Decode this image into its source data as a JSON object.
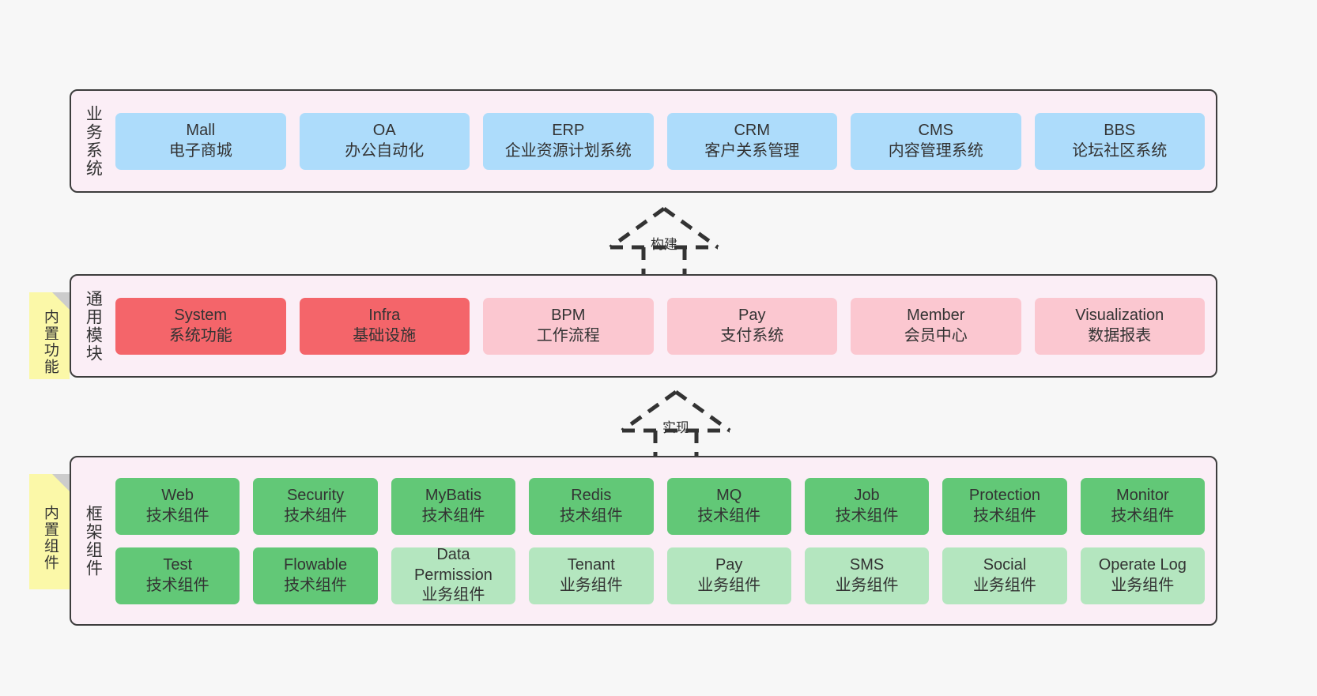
{
  "diagram": {
    "background_color": "#f7f7f7",
    "layers": [
      {
        "id": "business-systems",
        "title": "业务系统",
        "band_color": "#fbeef6",
        "rows": [
          {
            "cards": [
              {
                "name": "Mall",
                "sub": "电子商城",
                "color": "#addcfb",
                "style": "c-blue"
              },
              {
                "name": "OA",
                "sub": "办公自动化",
                "color": "#addcfb",
                "style": "c-blue"
              },
              {
                "name": "ERP",
                "sub": "企业资源计划系统",
                "color": "#addcfb",
                "style": "c-blue"
              },
              {
                "name": "CRM",
                "sub": "客户关系管理",
                "color": "#addcfb",
                "style": "c-blue"
              },
              {
                "name": "CMS",
                "sub": "内容管理系统",
                "color": "#addcfb",
                "style": "c-blue"
              },
              {
                "name": "BBS",
                "sub": "论坛社区系统",
                "color": "#addcfb",
                "style": "c-blue"
              }
            ]
          }
        ]
      },
      {
        "id": "common-modules",
        "title": "通用模块",
        "band_color": "#fbeef6",
        "note": "内置功能",
        "rows": [
          {
            "cards": [
              {
                "name": "System",
                "sub": "系统功能",
                "color": "#f4656a",
                "style": "c-red"
              },
              {
                "name": "Infra",
                "sub": "基础设施",
                "color": "#f4656a",
                "style": "c-red"
              },
              {
                "name": "BPM",
                "sub": "工作流程",
                "color": "#fbc7d0",
                "style": "c-pink"
              },
              {
                "name": "Pay",
                "sub": "支付系统",
                "color": "#fbc7d0",
                "style": "c-pink"
              },
              {
                "name": "Member",
                "sub": "会员中心",
                "color": "#fbc7d0",
                "style": "c-pink"
              },
              {
                "name": "Visualization",
                "sub": "数据报表",
                "color": "#fbc7d0",
                "style": "c-pink"
              }
            ]
          }
        ]
      },
      {
        "id": "framework-components",
        "title": "框架组件",
        "band_color": "#fbeef6",
        "note": "内置组件",
        "rows": [
          {
            "cards": [
              {
                "name": "Web",
                "sub": "技术组件",
                "color": "#62c877",
                "style": "c-green"
              },
              {
                "name": "Security",
                "sub": "技术组件",
                "color": "#62c877",
                "style": "c-green"
              },
              {
                "name": "MyBatis",
                "sub": "技术组件",
                "color": "#62c877",
                "style": "c-green"
              },
              {
                "name": "Redis",
                "sub": "技术组件",
                "color": "#62c877",
                "style": "c-green"
              },
              {
                "name": "MQ",
                "sub": "技术组件",
                "color": "#62c877",
                "style": "c-green"
              },
              {
                "name": "Job",
                "sub": "技术组件",
                "color": "#62c877",
                "style": "c-green"
              },
              {
                "name": "Protection",
                "sub": "技术组件",
                "color": "#62c877",
                "style": "c-green"
              },
              {
                "name": "Monitor",
                "sub": "技术组件",
                "color": "#62c877",
                "style": "c-green"
              }
            ]
          },
          {
            "cards": [
              {
                "name": "Test",
                "sub": "技术组件",
                "color": "#62c877",
                "style": "c-green"
              },
              {
                "name": "Flowable",
                "sub": "技术组件",
                "color": "#62c877",
                "style": "c-green"
              },
              {
                "name": "Data Permission",
                "sub": "业务组件",
                "color": "#b4e6bf",
                "style": "c-lightgreen"
              },
              {
                "name": "Tenant",
                "sub": "业务组件",
                "color": "#b4e6bf",
                "style": "c-lightgreen"
              },
              {
                "name": "Pay",
                "sub": "业务组件",
                "color": "#b4e6bf",
                "style": "c-lightgreen"
              },
              {
                "name": "SMS",
                "sub": "业务组件",
                "color": "#b4e6bf",
                "style": "c-lightgreen"
              },
              {
                "name": "Social",
                "sub": "业务组件",
                "color": "#b4e6bf",
                "style": "c-lightgreen"
              },
              {
                "name": "Operate Log",
                "sub": "业务组件",
                "color": "#b4e6bf",
                "style": "c-lightgreen"
              }
            ]
          }
        ]
      }
    ],
    "connectors": [
      {
        "id": "build",
        "label": "构建",
        "direction": "up",
        "style": "dashed-hollow-arrow"
      },
      {
        "id": "implement",
        "label": "实现",
        "direction": "up",
        "style": "dashed-hollow-arrow"
      }
    ]
  }
}
